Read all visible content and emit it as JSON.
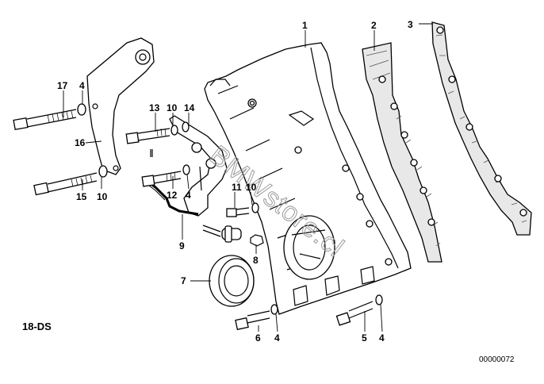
{
  "diagram_code": "18-DS",
  "drawing_number": "00000072",
  "watermark": "BMWstore.cl",
  "callouts": {
    "p1": "1",
    "p2": "2",
    "p3": "3",
    "p4a": "4",
    "p4b": "4",
    "p4c": "4",
    "p4d": "4",
    "p5": "5",
    "p6": "6",
    "p7": "7",
    "p8": "8",
    "p9": "9",
    "p10a": "10",
    "p10b": "10",
    "p10c": "10",
    "p11": "11",
    "p12": "12",
    "p13": "13",
    "p14": "14",
    "p15": "15",
    "p16": "16",
    "p17": "17"
  }
}
